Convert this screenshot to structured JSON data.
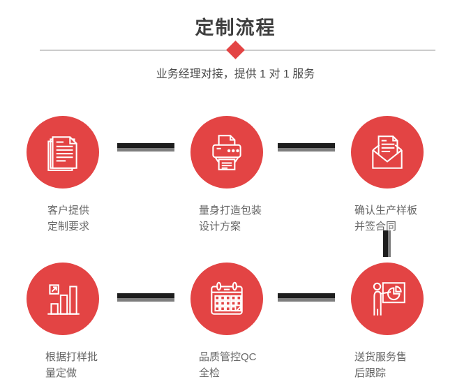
{
  "page": {
    "title": "定制流程",
    "subtitle": "业务经理对接，提供 1 对 1 服务"
  },
  "colors": {
    "accent_red": "#E34444",
    "connector_black": "#1d1d1d",
    "connector_gray": "#7e7e7e",
    "divider_gray": "#cccccc",
    "title_gray": "#3e3e3e",
    "label_gray": "#666666"
  },
  "steps": [
    {
      "icon": "stacked-documents-icon",
      "label_line1": "客户提供",
      "label_line2": "定制要求"
    },
    {
      "icon": "printer-icon",
      "label_line1": "量身打造包装",
      "label_line2": "设计方案"
    },
    {
      "icon": "open-envelope-icon",
      "label_line1": "确认生产样板",
      "label_line2": "并签合同"
    },
    {
      "icon": "bar-chart-icon",
      "label_line1": "根据打样批",
      "label_line2": "量定做"
    },
    {
      "icon": "calendar-icon",
      "label_line1": "品质管控QC",
      "label_line2": "全检"
    },
    {
      "icon": "presentation-icon",
      "label_line1": "送货服务售",
      "label_line2": "后跟踪"
    }
  ]
}
